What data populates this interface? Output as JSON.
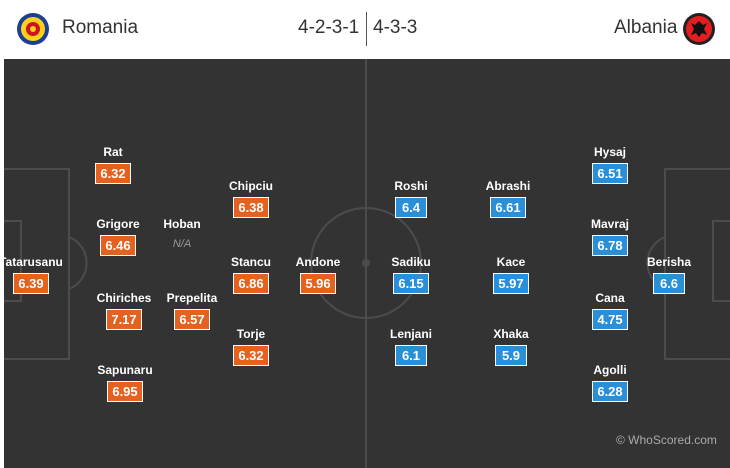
{
  "header": {
    "home_team": "Romania",
    "away_team": "Albania",
    "home_formation": "4-2-3-1",
    "away_formation": "4-3-3",
    "home_color": "#e4611f",
    "away_color": "#2a8fd7"
  },
  "home_players": [
    {
      "name": "Tatarusanu",
      "rating": "6.39"
    },
    {
      "name": "Rat",
      "rating": "6.32"
    },
    {
      "name": "Grigore",
      "rating": "6.46"
    },
    {
      "name": "Chiriches",
      "rating": "7.17"
    },
    {
      "name": "Sapunaru",
      "rating": "6.95"
    },
    {
      "name": "Hoban",
      "rating": "N/A"
    },
    {
      "name": "Prepelita",
      "rating": "6.57"
    },
    {
      "name": "Chipciu",
      "rating": "6.38"
    },
    {
      "name": "Stancu",
      "rating": "6.86"
    },
    {
      "name": "Torje",
      "rating": "6.32"
    },
    {
      "name": "Andone",
      "rating": "5.96"
    }
  ],
  "away_players": [
    {
      "name": "Roshi",
      "rating": "6.4"
    },
    {
      "name": "Sadiku",
      "rating": "6.15"
    },
    {
      "name": "Lenjani",
      "rating": "6.1"
    },
    {
      "name": "Abrashi",
      "rating": "6.61"
    },
    {
      "name": "Kace",
      "rating": "5.97"
    },
    {
      "name": "Xhaka",
      "rating": "5.9"
    },
    {
      "name": "Hysaj",
      "rating": "6.51"
    },
    {
      "name": "Mavraj",
      "rating": "6.78"
    },
    {
      "name": "Cana",
      "rating": "4.75"
    },
    {
      "name": "Agolli",
      "rating": "6.28"
    },
    {
      "name": "Berisha",
      "rating": "6.6"
    }
  ],
  "watermark": "© WhoScored.com"
}
